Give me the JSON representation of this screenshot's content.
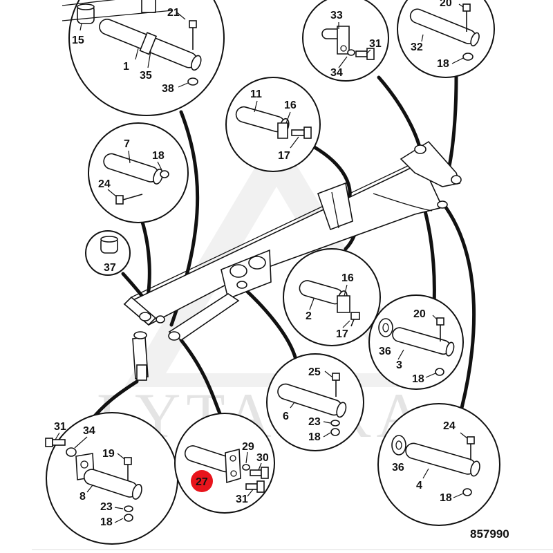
{
  "watermark": "LYTAGRA",
  "drawing_ref": "857990",
  "highlight_color": "#e8141c",
  "callouts": {
    "c1": [
      "15",
      "21",
      "1",
      "35",
      "38"
    ],
    "c2": [
      "33",
      "31",
      "34"
    ],
    "c3": [
      "20",
      "32",
      "18"
    ],
    "c4": [
      "11",
      "16",
      "17"
    ],
    "c5": [
      "7",
      "18",
      "24"
    ],
    "c6": [
      "37"
    ],
    "c7": [
      "16",
      "2",
      "17"
    ],
    "c8": [
      "20",
      "36",
      "3",
      "18"
    ],
    "c9": [
      "25",
      "6",
      "23",
      "18"
    ],
    "c10": [
      "31",
      "34",
      "19",
      "8",
      "23",
      "18"
    ],
    "c11": [
      "29",
      "30",
      "27",
      "31"
    ],
    "c12": [
      "24",
      "36",
      "4",
      "18"
    ]
  }
}
